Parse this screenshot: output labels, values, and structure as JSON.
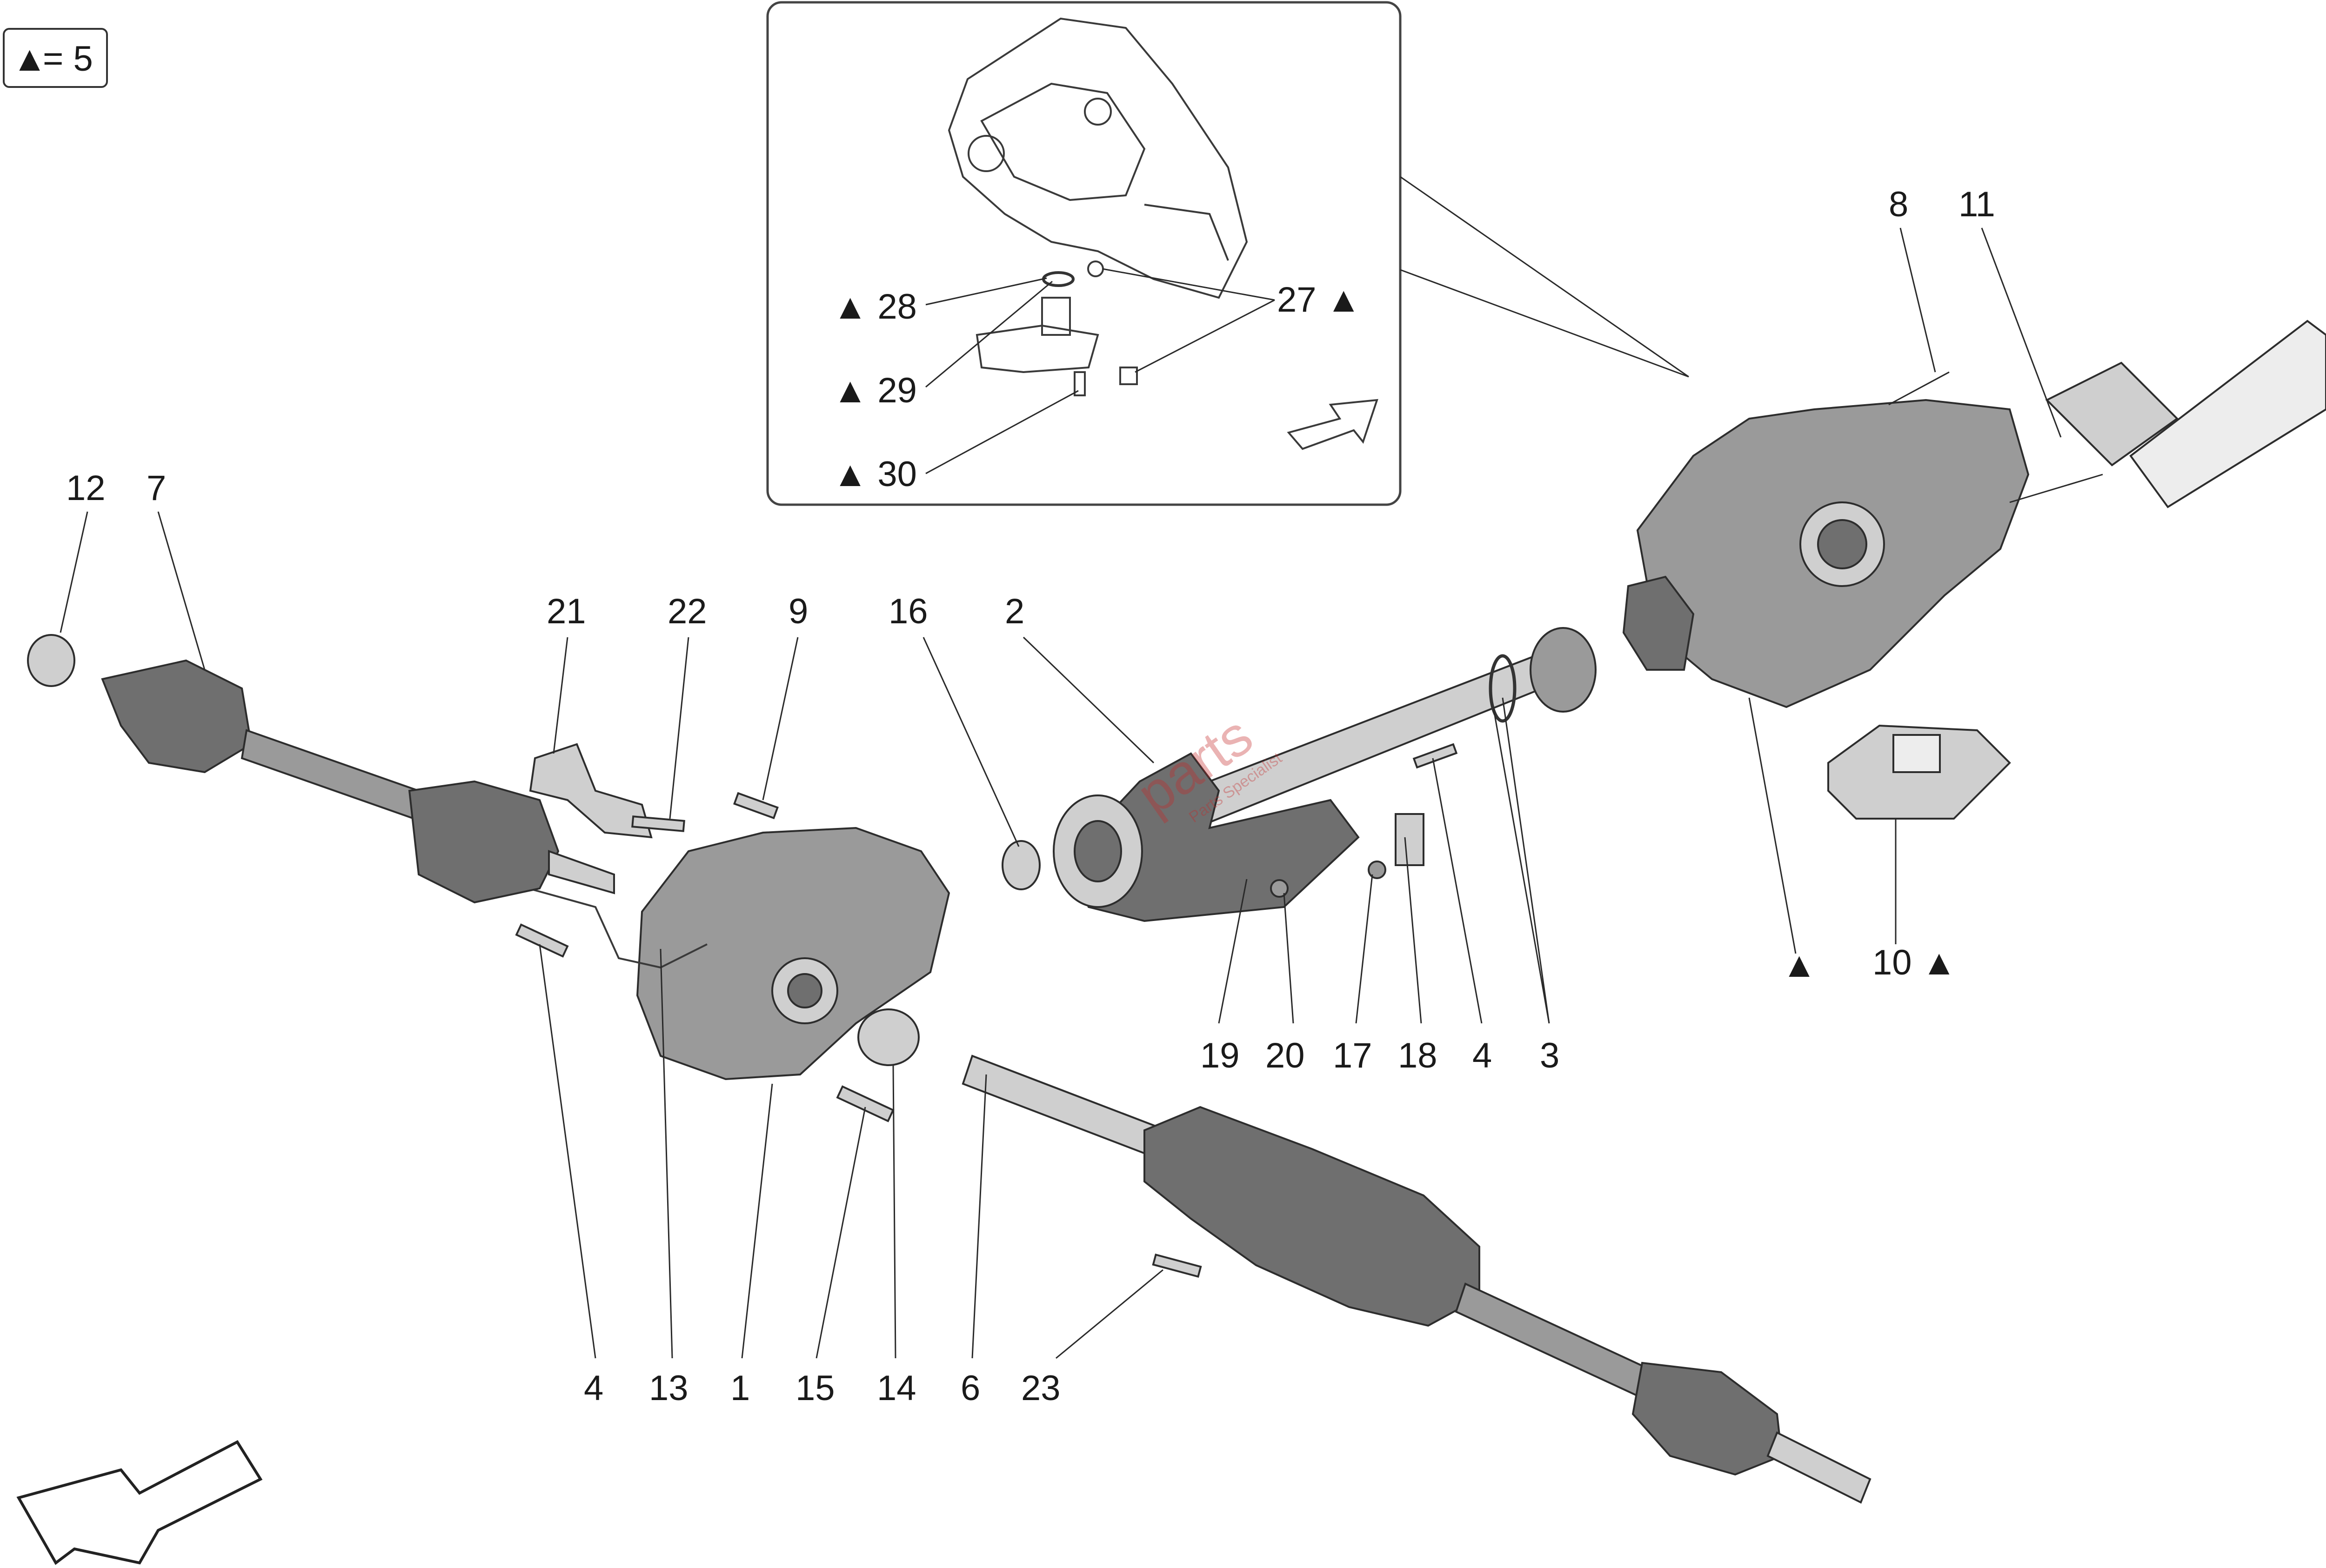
{
  "legend": {
    "symbol": "▲",
    "text": "= 5"
  },
  "callouts": [
    {
      "id": "12",
      "text": "12"
    },
    {
      "id": "7",
      "text": "7"
    },
    {
      "id": "21",
      "text": "21"
    },
    {
      "id": "22",
      "text": "22"
    },
    {
      "id": "9",
      "text": "9"
    },
    {
      "id": "16",
      "text": "16"
    },
    {
      "id": "2",
      "text": "2"
    },
    {
      "id": "8",
      "text": "8"
    },
    {
      "id": "11",
      "text": "11"
    },
    {
      "id": "19",
      "text": "19"
    },
    {
      "id": "20",
      "text": "20"
    },
    {
      "id": "17",
      "text": "17"
    },
    {
      "id": "18",
      "text": "18"
    },
    {
      "id": "4b",
      "text": "4"
    },
    {
      "id": "3",
      "text": "3"
    },
    {
      "id": "4",
      "text": "4"
    },
    {
      "id": "13",
      "text": "13"
    },
    {
      "id": "1",
      "text": "1"
    },
    {
      "id": "15",
      "text": "15"
    },
    {
      "id": "14",
      "text": "14"
    },
    {
      "id": "6",
      "text": "6"
    },
    {
      "id": "23",
      "text": "23"
    },
    {
      "id": "10",
      "text": "10 ▲"
    },
    {
      "id": "tri",
      "text": "▲"
    }
  ],
  "inset_callouts": [
    {
      "id": "28",
      "text": "▲ 28"
    },
    {
      "id": "29",
      "text": "▲ 29"
    },
    {
      "id": "30",
      "text": "▲ 30"
    },
    {
      "id": "27",
      "text": "27 ▲"
    }
  ],
  "watermark": {
    "brand": "parts",
    "tagline": "Parts Specialist"
  }
}
